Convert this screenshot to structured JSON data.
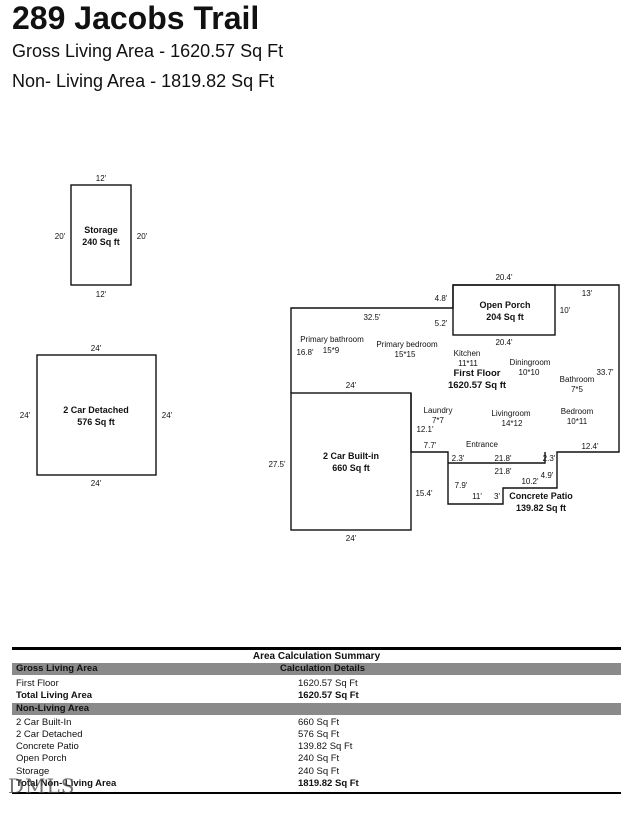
{
  "header": {
    "address": "289 Jacobs Trail",
    "gross_living_area": "Gross Living Area - 1620.57 Sq Ft",
    "non_living_area": "Non- Living Area - 1819.82 Sq Ft"
  },
  "plan": {
    "storage": {
      "name": "Storage",
      "area": "240 Sq ft",
      "dim_top": "12'",
      "dim_bottom": "12'",
      "dim_left": "20'",
      "dim_right": "20'"
    },
    "detached": {
      "name": "2 Car Detached",
      "area": "576 Sq ft",
      "dim_top": "24'",
      "dim_bottom": "24'",
      "dim_left": "24'",
      "dim_right": "24'"
    },
    "builtin": {
      "name": "2 Car Built-in",
      "area": "660 Sq ft",
      "dim_top": "24'",
      "dim_bottom": "24'",
      "dim_left": "27.5'",
      "dim_right": "15.4'"
    },
    "porch": {
      "name": "Open Porch",
      "area": "204 Sq ft",
      "dim_top": "20.4'",
      "dim_bottom": "20.4'",
      "dim_right": "10'"
    },
    "patio": {
      "name": "Concrete Patio",
      "area": "139.82 Sq ft"
    },
    "first_floor": {
      "name": "First Floor",
      "area": "1620.57 Sq ft"
    },
    "dims": {
      "d325": "32.5'",
      "d48": "4.8'",
      "d52": "5.2'",
      "d13": "13'",
      "d337": "33.7'",
      "d168": "16.8'",
      "d124": "12.4'",
      "d23a": "2.3'",
      "d23b": "2.3'",
      "d218a": "21.8'",
      "d218b": "21.8'",
      "d49": "4.9'",
      "d102": "10.2'",
      "d79": "7.9'",
      "d11": "11'",
      "d3": "3'",
      "d77": "7.7'",
      "d121": "12.1'"
    },
    "rooms": {
      "primary_bath": "Primary bathroom",
      "primary_bath_size": "15*9",
      "primary_bed": "Primary bedroom",
      "primary_bed_size": "15*15",
      "kitchen": "Kitchen",
      "kitchen_size": "11*11",
      "dining": "Diningroom",
      "dining_size": "10*10",
      "bathroom": "Bathroom",
      "bathroom_size": "7*5",
      "laundry": "Laundry",
      "laundry_size": "7*7",
      "living": "Livingroom",
      "living_size": "14*12",
      "bedroom": "Bedroom",
      "bedroom_size": "10*11",
      "entrance": "Entrance"
    }
  },
  "summary": {
    "title": "Area Calculation Summary",
    "header_col1": "Gross Living Area",
    "header_col2": "Calculation Details",
    "living_rows": [
      {
        "label": "First Floor",
        "value": "1620.57 Sq Ft"
      },
      {
        "label": "Total Living Area",
        "value": "1620.57 Sq Ft"
      }
    ],
    "nonliving_header": "Non-Living Area",
    "nonliving_rows": [
      {
        "label": "2 Car Built-In",
        "value": "660 Sq Ft"
      },
      {
        "label": "2 Car Detached",
        "value": "576 Sq Ft"
      },
      {
        "label": "Concrete Patio",
        "value": "139.82 Sq Ft"
      },
      {
        "label": "Open Porch",
        "value": "240 Sq Ft"
      },
      {
        "label": "Storage",
        "value": "240 Sq Ft"
      },
      {
        "label": "Total Non- Living Area",
        "value": "1819.82 Sq Ft"
      }
    ]
  },
  "watermark": "DMLS"
}
